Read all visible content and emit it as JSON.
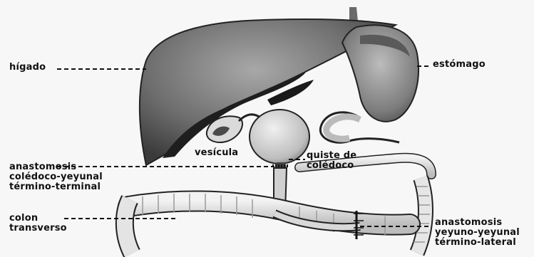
{
  "labels": {
    "higado": "hígado",
    "estomago": "estómago",
    "vesicula": "vesícula",
    "quiste": [
      "quiste de",
      "colédoco"
    ],
    "anastomosis_coledoco": [
      "anastomosis",
      "colédoco-yeyunal",
      "término-terminal"
    ],
    "colon": [
      "colon",
      "transverso"
    ],
    "anastomosis_yeyuno": [
      "anastomosis",
      "yeyuno-yeyunal",
      "término-lateral"
    ]
  },
  "colors": {
    "background": "#f7f7f7",
    "ink": "#111111",
    "organ_fill": "#7a7a7a",
    "organ_light": "#d9d9d9"
  }
}
